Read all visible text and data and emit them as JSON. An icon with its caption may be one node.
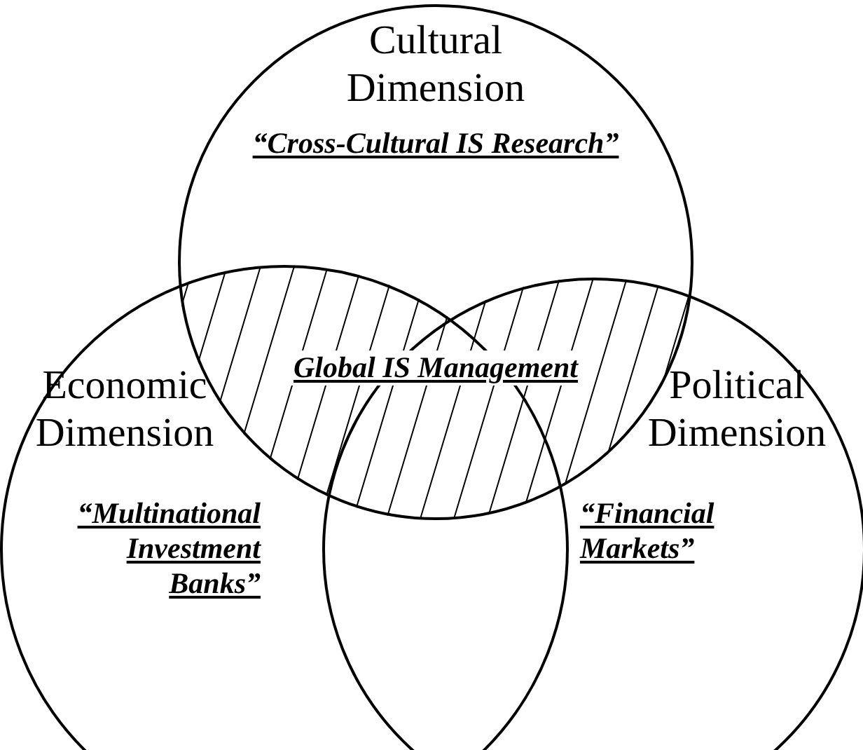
{
  "diagram": {
    "nodes": [
      {
        "text": [
          "Cultural Dimension",
          "“Cross-Cultural IS Research”"
        ]
      },
      {
        "text": [
          "Economic Dimension",
          "“Multinational Investment Banks”"
        ]
      },
      {
        "text": [
          "Political Dimension",
          "“Financial Markets”"
        ]
      }
    ],
    "labels": [
      "Global IS Management"
    ]
  }
}
